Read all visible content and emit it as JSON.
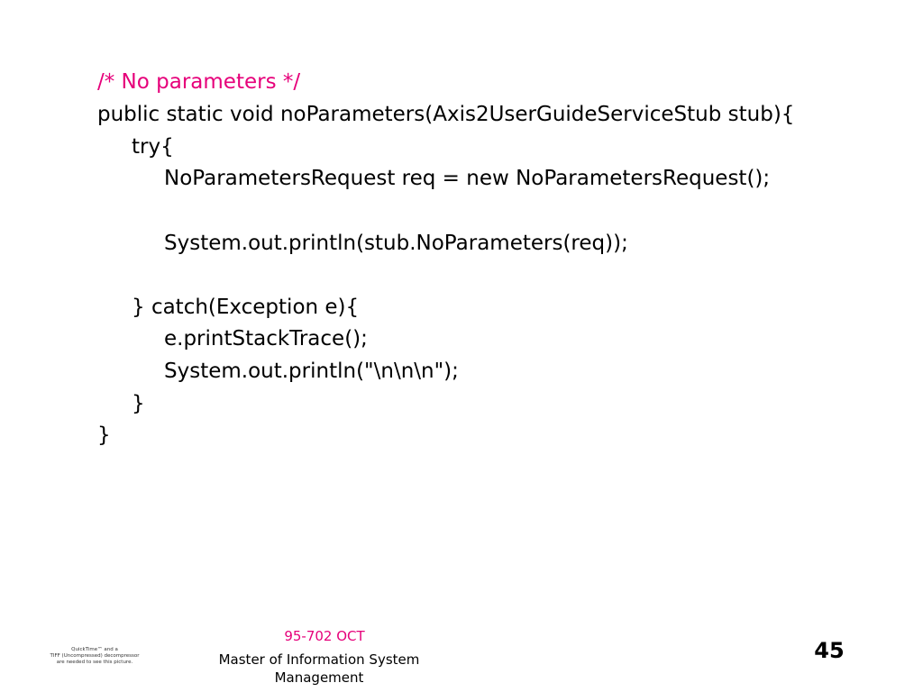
{
  "slide": {
    "code_lines": [
      "/* No parameters */",
      "public static void noParameters(Axis2UserGuideServiceStub stub){",
      "try{",
      "NoParametersRequest req = new NoParametersRequest();",
      "System.out.println(stub.NoParameters(req));",
      "} catch(Exception e){",
      "e.printStackTrace();",
      "System.out.println(\"\\n\\n\\n\");",
      "}",
      "}"
    ],
    "colors": {
      "comment": "#e6007a",
      "code": "#000000",
      "accent": "#e6007a"
    }
  },
  "footer": {
    "course": "95-702 OCT",
    "program_line1": "Master of Information System",
    "program_line2": "Management",
    "page_number": "45"
  },
  "image_placeholder": {
    "line1": "QuickTime™ and a",
    "line2": "TIFF (Uncompressed) decompressor",
    "line3": "are needed to see this picture."
  }
}
